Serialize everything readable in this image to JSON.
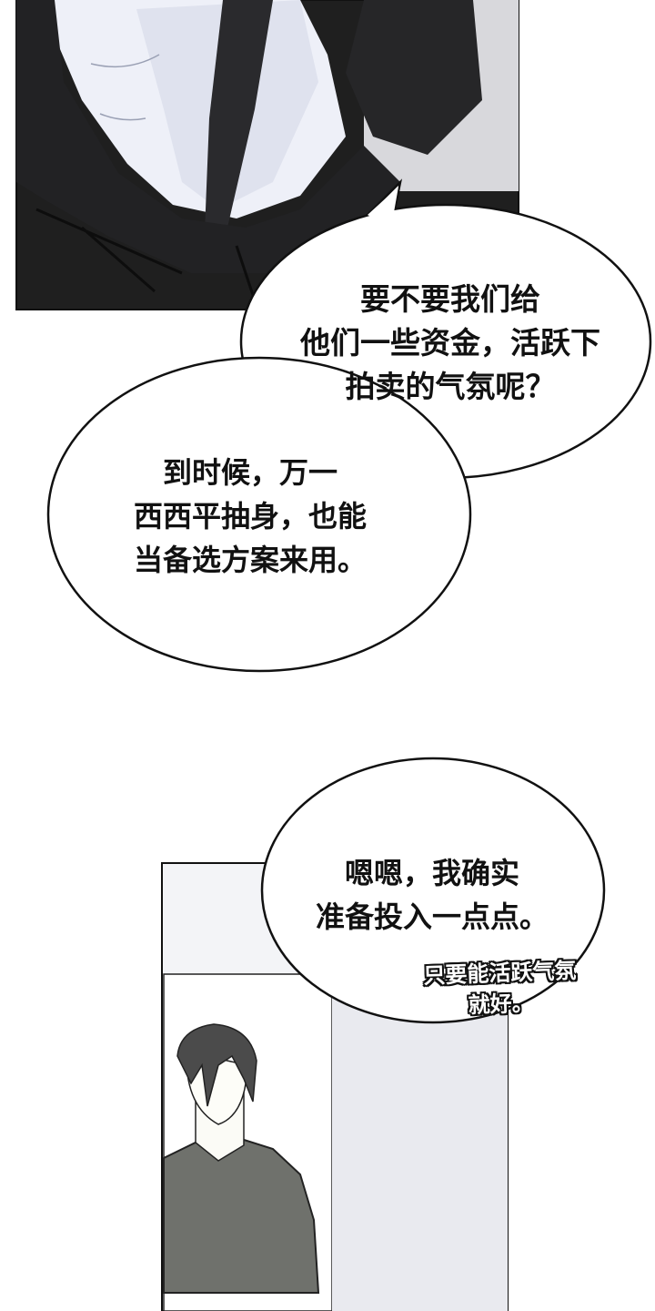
{
  "panel1": {
    "bubble_right": {
      "lines": [
        "要不要我们给",
        "他们一些资金，活跃下",
        "拍卖的气氛呢？"
      ]
    },
    "bubble_left": {
      "lines": [
        "到时候，万一",
        "西西平抽身，也能",
        "当备选方案来用。"
      ]
    }
  },
  "panel2": {
    "bubble": {
      "lines": [
        "嗯嗯，我确实",
        "准备投入一点点。"
      ]
    },
    "aside": {
      "lines": [
        "只要能活跃气氛",
        "就好。"
      ]
    }
  },
  "colors": {
    "panel_dark": "#1e1e1e",
    "skin_light": "#eceef6",
    "sweater": "#6e706b",
    "hair": "#4a4a4a",
    "panel_bg": "#f4f5f8"
  }
}
